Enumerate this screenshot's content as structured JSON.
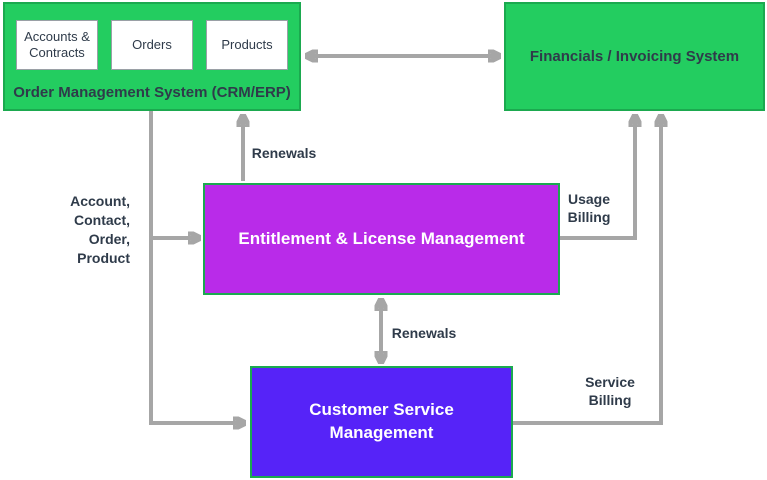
{
  "colors": {
    "green_fill": "#23CD60",
    "green_border": "#1BA94F",
    "purple_fill": "#B92BE9",
    "blue_fill": "#5623F8",
    "arrow_gray": "#A6A6A6",
    "dark_text": "#2F3B4A",
    "light_text": "#FFFFFF",
    "background": "#FFFFFF"
  },
  "boxes": {
    "order_management": {
      "title": "Order Management System (CRM/ERP)",
      "children": [
        {
          "label": "Accounts & Contracts"
        },
        {
          "label": "Orders"
        },
        {
          "label": "Products"
        }
      ]
    },
    "financials": {
      "label": "Financials / Invoicing System"
    },
    "entitlement": {
      "label": "Entitlement & License Management"
    },
    "customer_service": {
      "label": "Customer Service\nManagement"
    }
  },
  "connectors": {
    "renewals_top": {
      "label": "Renewals"
    },
    "account_feed": {
      "label": "Account,\nContact,\nOrder,\nProduct"
    },
    "usage_billing": {
      "label": "Usage\nBilling"
    },
    "renewals_middle": {
      "label": "Renewals"
    },
    "service_billing": {
      "label": "Service\nBilling"
    }
  }
}
